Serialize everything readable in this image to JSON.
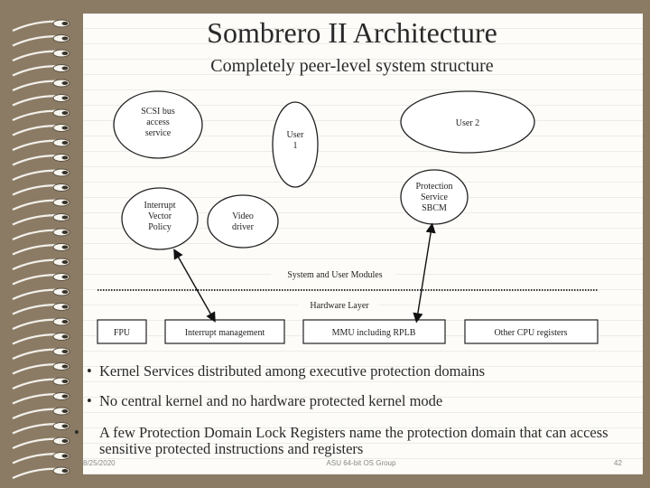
{
  "slide": {
    "title": "Sombrero II Architecture",
    "subtitle": "Completely peer-level system structure"
  },
  "diagram": {
    "modules": [
      {
        "id": "scsi",
        "lines": [
          "SCSI bus",
          "access",
          "service"
        ]
      },
      {
        "id": "user1",
        "lines": [
          "User",
          "1"
        ]
      },
      {
        "id": "user2",
        "lines": [
          "User 2"
        ]
      },
      {
        "id": "protection",
        "lines": [
          "Protection",
          "Service",
          "SBCM"
        ]
      },
      {
        "id": "interrupt",
        "lines": [
          "Interrupt",
          "Vector",
          "Policy"
        ]
      },
      {
        "id": "video",
        "lines": [
          "Video",
          "driver"
        ]
      }
    ],
    "system_label": "System and User Modules",
    "hardware_label": "Hardware Layer",
    "hardware_boxes": [
      "FPU",
      "Interrupt management",
      "MMU including RPLB",
      "Other CPU registers"
    ]
  },
  "bullets": [
    "Kernel Services distributed among executive protection domains",
    "No central kernel and no hardware protected kernel mode",
    "A few Protection Domain Lock Registers name the protection domain that can access sensitive protected instructions and registers"
  ],
  "footer": {
    "date": "8/25/2020",
    "center": "ASU 64-bit OS Group",
    "page": "42"
  }
}
